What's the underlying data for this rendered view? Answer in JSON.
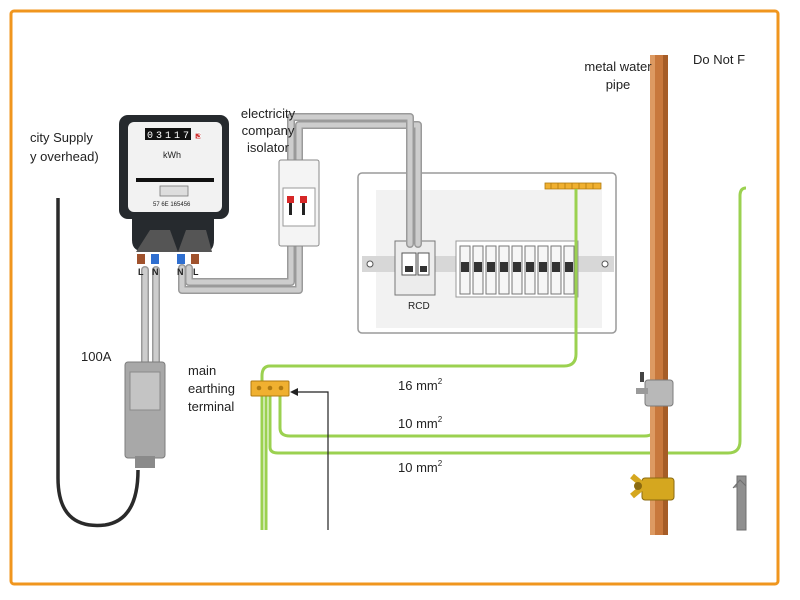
{
  "colors": {
    "frame": "#f0961e",
    "earth_wire": "#9bd150",
    "copper_pipe": "#c8783c",
    "meter_body": "#262a2e",
    "conduit": "#b4b4b4",
    "live_terminal": "#a0522d",
    "neutral_terminal": "#2f6fd0",
    "terminal_block": "#f0b030"
  },
  "labels": {
    "supply_line1": "city Supply",
    "supply_line2": "y overhead)",
    "fuse_rating": "100A",
    "isolator_line1": "electricity",
    "isolator_line2": "company",
    "isolator_line3": "isolator",
    "earthing_line1": "main",
    "earthing_line2": "earthing",
    "earthing_line3": "terminal",
    "pipe_line1": "metal water",
    "pipe_line2": "pipe",
    "do_not": "Do Not F",
    "rcd": "RCD",
    "wire_16": "16 mm",
    "wire_10a": "10 mm",
    "wire_10b": "10 mm",
    "sup2": "2"
  },
  "meter": {
    "reading_digits": [
      "0",
      "3",
      "1",
      "1",
      "7"
    ],
    "reading_last": "3",
    "unit": "kWh",
    "serial": "57 6E 165456",
    "terminals": [
      "L",
      "N",
      "N",
      "L"
    ]
  },
  "icons": {
    "meter": "electricity-meter-icon",
    "isolator": "isolator-switch-icon",
    "consumer_unit": "consumer-unit-icon",
    "pipe": "water-pipe-icon",
    "valve": "valve-handle-icon",
    "pipe_clamp": "earth-clamp-icon"
  }
}
